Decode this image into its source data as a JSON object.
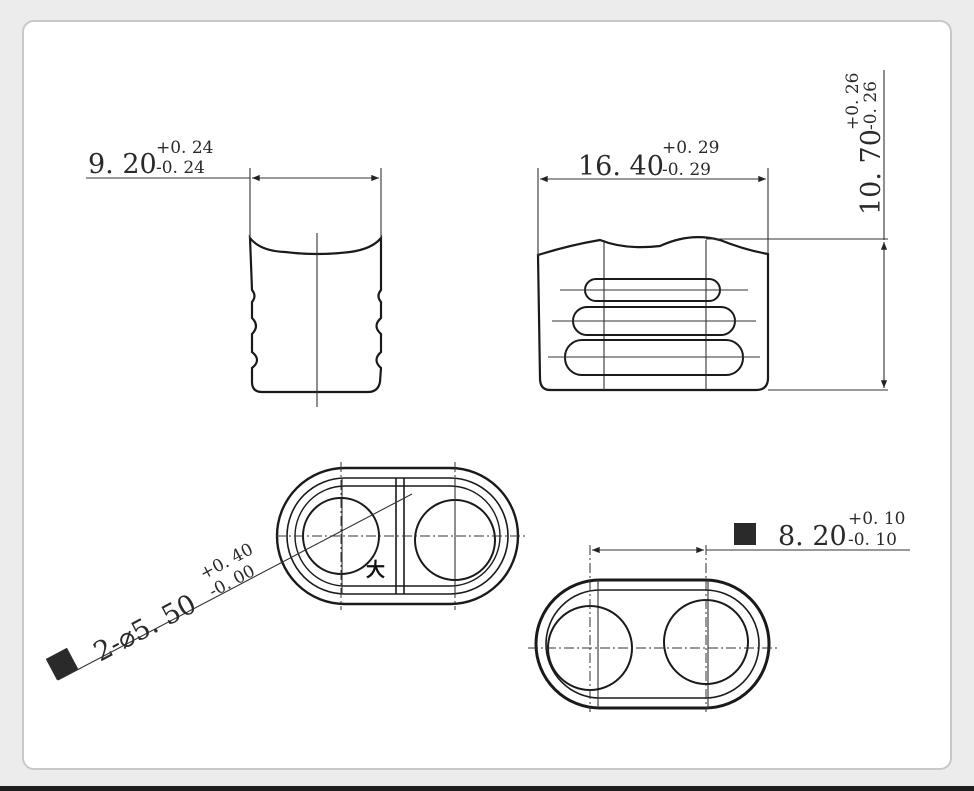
{
  "dimensions": {
    "width_small": {
      "value": "9. 20",
      "tol_plus": "+0. 24",
      "tol_minus": "-0. 24"
    },
    "width_large": {
      "value": "16. 40",
      "tol_plus": "+0. 29",
      "tol_minus": "-0. 29"
    },
    "height": {
      "value": "10. 70",
      "tol_plus": "+0. 26",
      "tol_minus": "-0. 26"
    },
    "hole_diameter": {
      "value": "2-⌀5. 50",
      "tol_plus": "+0. 40",
      "tol_minus": "-0. 00"
    },
    "hole_spacing": {
      "value": "8. 20",
      "tol_plus": "+0. 10",
      "tol_minus": "-0. 10"
    }
  },
  "markers": {
    "logo_glyph": "大"
  }
}
